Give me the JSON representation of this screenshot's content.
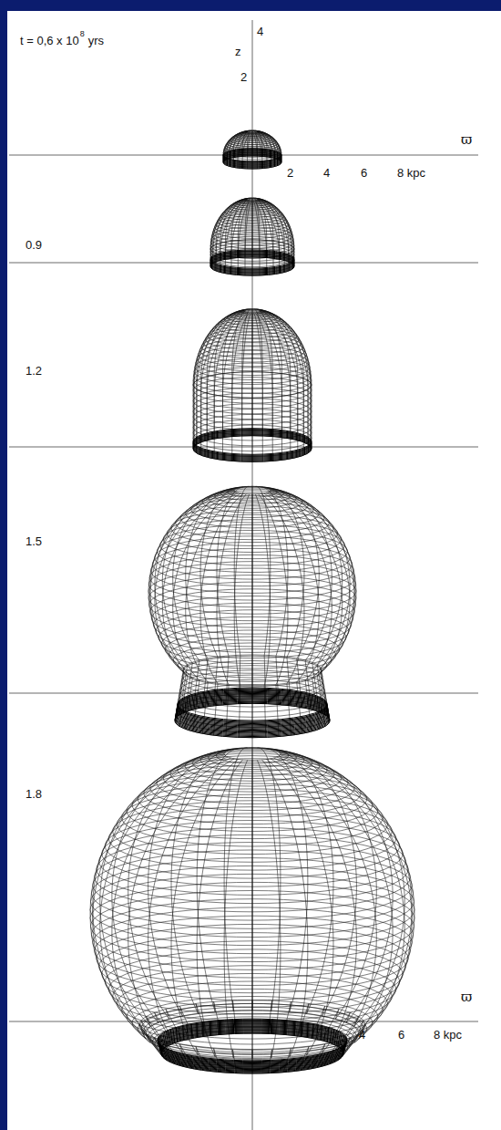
{
  "diagram": {
    "labels": [
      "t = 0,6 x 10",
      "8",
      "yrs",
      "z",
      "4",
      "2",
      "ϖ",
      "2",
      "4",
      "6",
      "8 kpc",
      "0.9",
      "1.2",
      "1.5",
      "1.8",
      "ϖ",
      "4",
      "6",
      "8 kpc"
    ]
  }
}
